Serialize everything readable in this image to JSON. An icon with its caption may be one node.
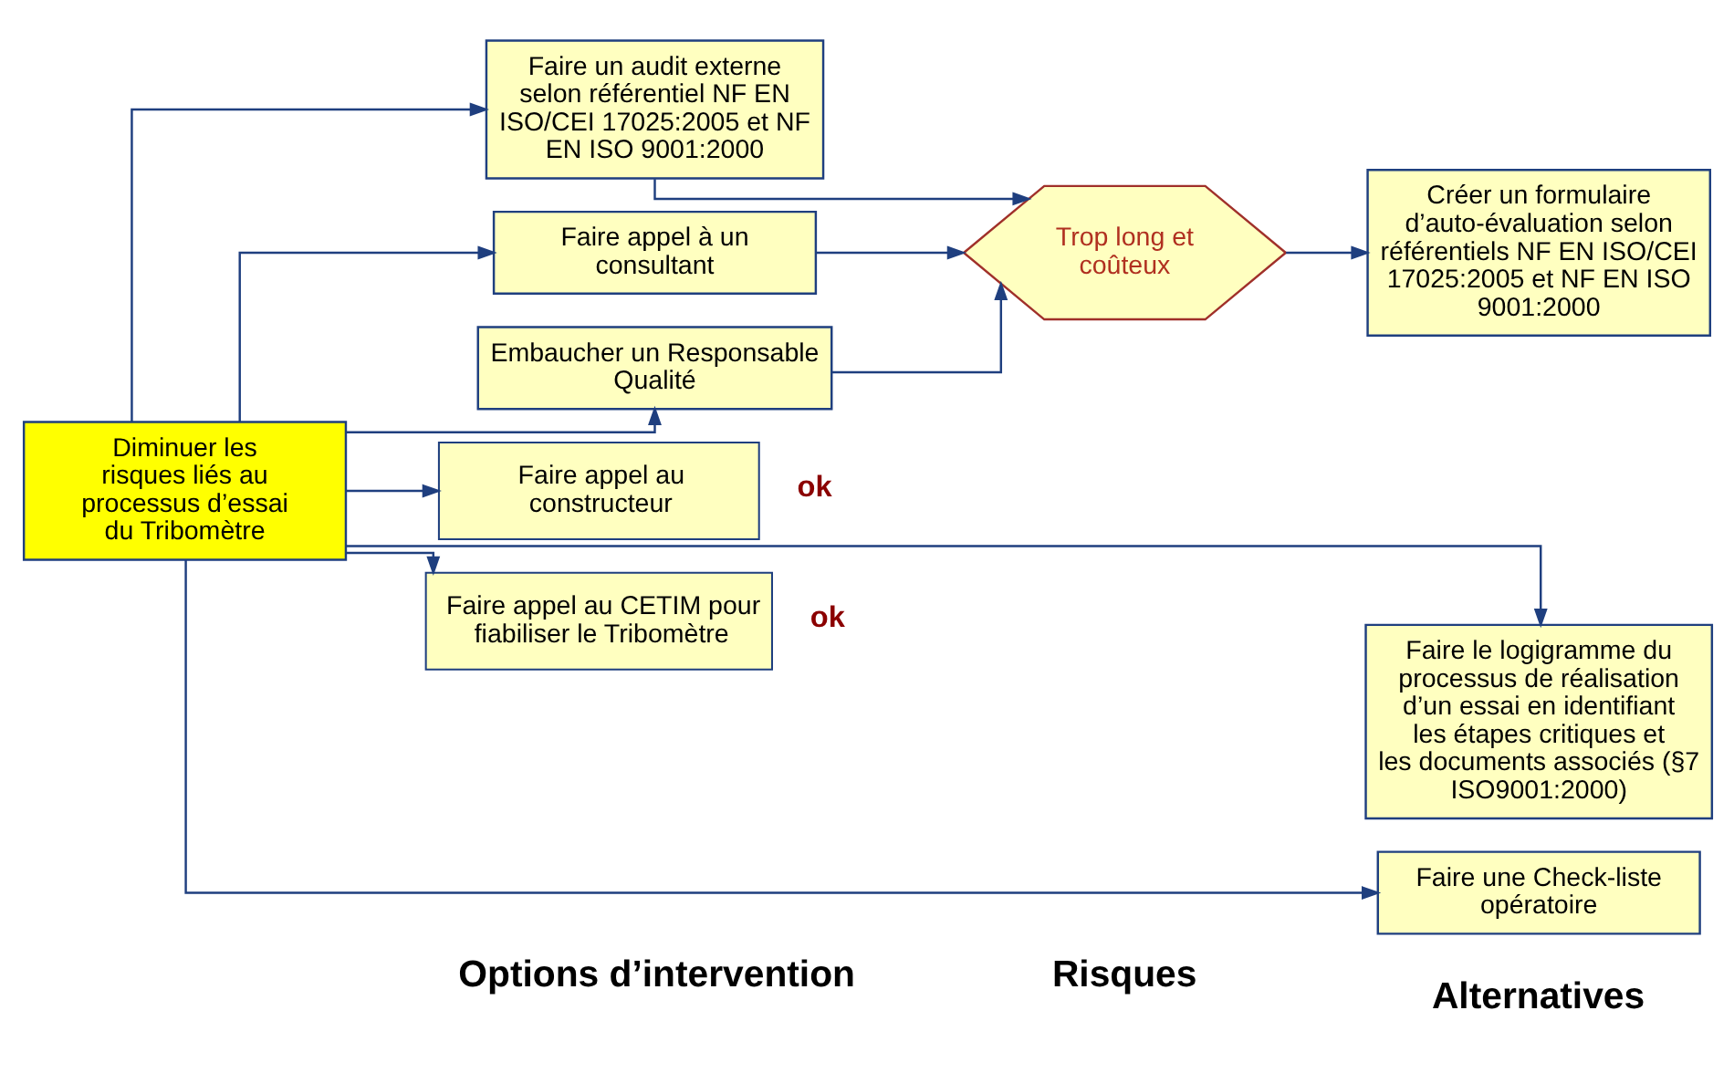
{
  "diagram": {
    "nodes": [
      {
        "text": [
          "Diminuer les risques liés au processus d’essai du Tribomètre"
        ]
      },
      {
        "text": [
          "Faire un audit externe selon référentiel NF EN ISO/CEI 17025:2005 et NF EN ISO 9001:2000"
        ]
      },
      {
        "text": [
          "Faire appel à un consultant"
        ]
      },
      {
        "text": [
          "Embaucher un Responsable Qualité"
        ]
      },
      {
        "text": [
          "Faire appel au constructeur"
        ],
        "beside": [
          "ok"
        ]
      },
      {
        "text": [
          "Faire appel au CETIM pour fiabiliser le Tribomètre"
        ],
        "beside": [
          "ok"
        ]
      },
      {
        "text": [
          "Trop long et coûteux"
        ]
      },
      {
        "text": [
          "Créer un formulaire d’auto-évaluation selon référentiels NF EN ISO/CEI 17025:2005 et NF EN ISO 9001:2000"
        ]
      },
      {
        "text": [
          "Faire le logigramme du processus de réalisation d’un essai en identifiant les étapes critiques et les documents associés (§7 ISO9001:2000)"
        ]
      },
      {
        "text": [
          "Faire une Check-liste opératoire"
        ]
      }
    ],
    "edges": [
      {
        "from": 0,
        "to": 1,
        "arrow": "to"
      },
      {
        "from": 0,
        "to": 2,
        "arrow": "to"
      },
      {
        "from": 0,
        "to": 3,
        "arrow": "to"
      },
      {
        "from": 0,
        "to": 4,
        "arrow": "to"
      },
      {
        "from": 0,
        "to": 5,
        "arrow": "to"
      },
      {
        "from": 0,
        "to": 8,
        "arrow": "to"
      },
      {
        "from": 0,
        "to": 9,
        "arrow": "to"
      },
      {
        "from": 1,
        "to": 6,
        "arrow": "to"
      },
      {
        "from": 2,
        "to": 6,
        "arrow": "to"
      },
      {
        "from": 3,
        "to": 6,
        "arrow": "to"
      },
      {
        "from": 6,
        "to": 7,
        "arrow": "to"
      }
    ],
    "labels": [
      "Options d’intervention",
      "Risques",
      "Alternatives"
    ]
  }
}
